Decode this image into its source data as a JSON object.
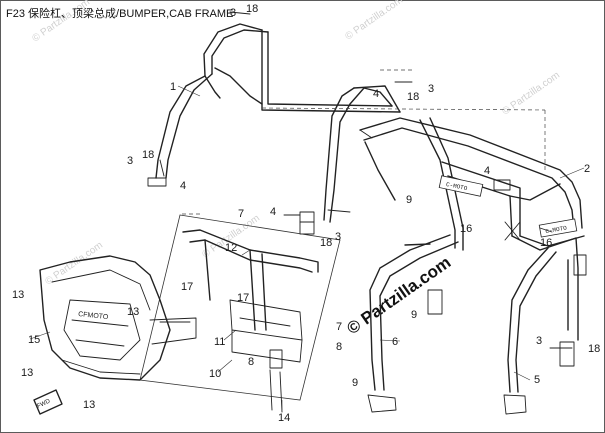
{
  "diagram": {
    "title": "F23 保险杠、顶梁总成/BUMPER,CAB FRAME",
    "watermarks": [
      "© Partzilla.com",
      "© Partzilla.com",
      "© Partzilla.com",
      "© Partzilla.com",
      "© Partzilla.com"
    ],
    "center_watermark": "© Partzilla.com",
    "front_logo": "CFMOTO",
    "fwd_badge": "FWD",
    "cab_sticker_text": "C-MOTO",
    "callouts": [
      "3",
      "18",
      "1",
      "4",
      "18",
      "3",
      "3",
      "18",
      "4",
      "4",
      "18",
      "3",
      "2",
      "9",
      "16",
      "16",
      "4",
      "3",
      "18",
      "5",
      "6",
      "9",
      "8",
      "9",
      "7",
      "12",
      "17",
      "17",
      "13",
      "15",
      "13",
      "11",
      "10",
      "7",
      "8",
      "14",
      "13",
      "13"
    ]
  }
}
